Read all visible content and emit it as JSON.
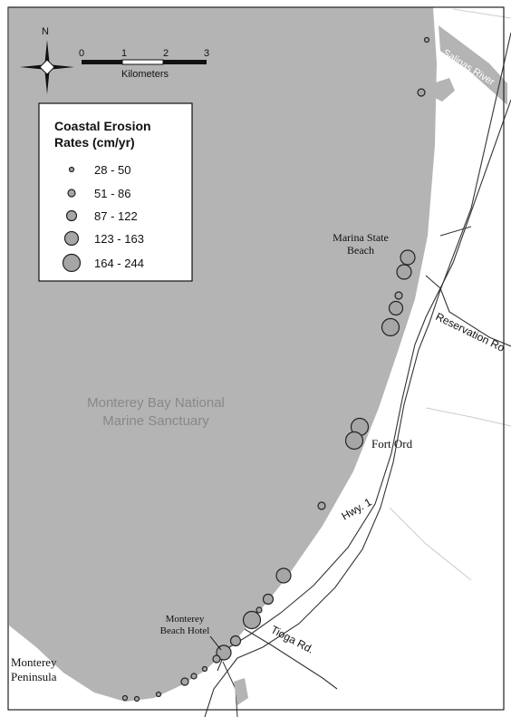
{
  "map": {
    "north_label": "N",
    "scale": {
      "ticks": [
        "0",
        "1",
        "2",
        "3"
      ],
      "unit": "Kilometers"
    },
    "legend": {
      "title_line1": "Coastal Erosion",
      "title_line2": "Rates (cm/yr)",
      "classes": [
        {
          "range": "28 - 50"
        },
        {
          "range": "51 - 86"
        },
        {
          "range": "87 - 122"
        },
        {
          "range": "123 - 163"
        },
        {
          "range": "164 - 244"
        }
      ]
    },
    "labels": {
      "salinas_river": "Salinas River",
      "marina_line1": "Marina State",
      "marina_line2": "Beach",
      "reservation_rd": "Reservation Ro",
      "sanctuary_line1": "Monterey Bay National",
      "sanctuary_line2": "Marine Sanctuary",
      "fort_ord": "Fort Ord",
      "hwy1": "Hwy. 1",
      "hotel_line1": "Monterey",
      "hotel_line2": "Beach Hotel",
      "tioga_rd": "Tioga Rd.",
      "peninsula_line1": "Monterey",
      "peninsula_line2": "Peninsula"
    },
    "colors": {
      "ocean": "#b4b4b4",
      "land": "#ffffff",
      "symbol_fill": "#a6a6a6",
      "symbol_stroke": "#222222"
    }
  }
}
